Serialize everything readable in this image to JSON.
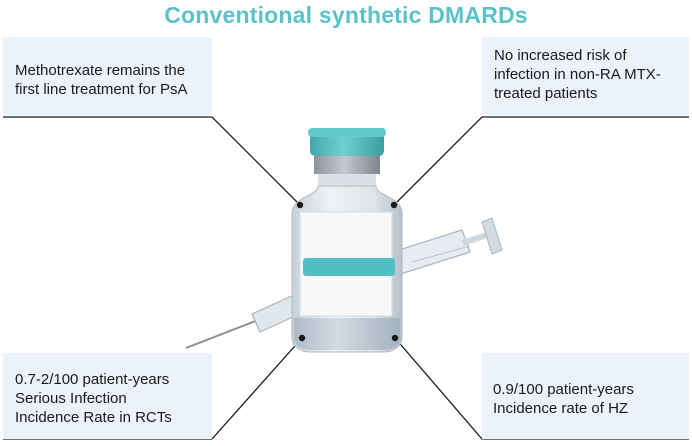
{
  "title": "Conventional synthetic DMARDs",
  "boxes": {
    "top_left": "Methotrexate remains the\nfirst line treatment for PsA",
    "top_right": " No increased risk of\ninfection in  non-RA MTX-\ntreated patients",
    "bottom_left": "0.7-2/100 patient-years\nSerious Infection\nIncidence Rate in RCTs",
    "bottom_right": "0.9/100 patient-years\nIncidence rate of HZ"
  },
  "colors": {
    "title": "#5bc3c7",
    "box_background": "#ecf2fb",
    "cap": "#5bc3c7",
    "label_stripe": "#52bfc2"
  },
  "icons": [
    "vial-icon",
    "syringe-icon"
  ]
}
